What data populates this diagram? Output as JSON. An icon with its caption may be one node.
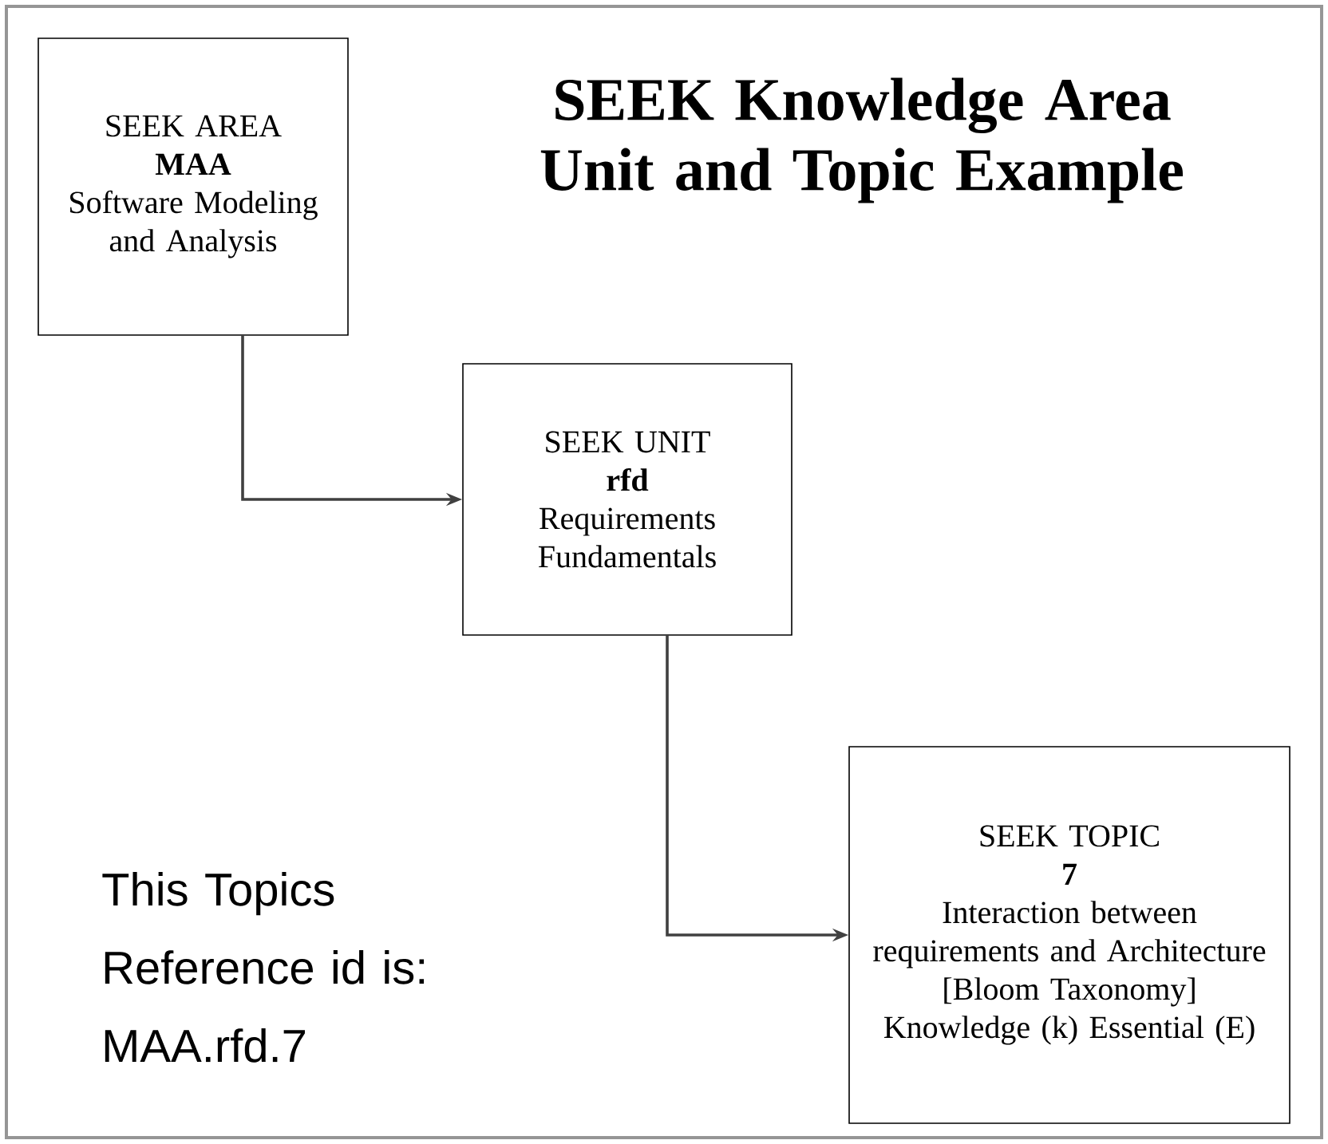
{
  "diagram": {
    "title": "SEEK Knowledge Area Unit and Topic Example",
    "nodes": [
      {
        "text": [
          "SEEK AREA",
          "MAA",
          "Software Modeling and Analysis"
        ]
      },
      {
        "text": [
          "SEEK UNIT",
          "rfd",
          "Requirements Fundamentals"
        ]
      },
      {
        "text": [
          "SEEK TOPIC",
          "7",
          "Interaction between requirements and Architecture",
          "[Bloom Taxonomy] Knowledge (k) Essential (E)"
        ]
      }
    ],
    "edges": [
      {
        "from": 0,
        "to": 1,
        "arrow": "to"
      },
      {
        "from": 1,
        "to": 2,
        "arrow": "to"
      }
    ],
    "labels": [
      "This Topics Reference id is: MAA.rfd.7"
    ]
  }
}
